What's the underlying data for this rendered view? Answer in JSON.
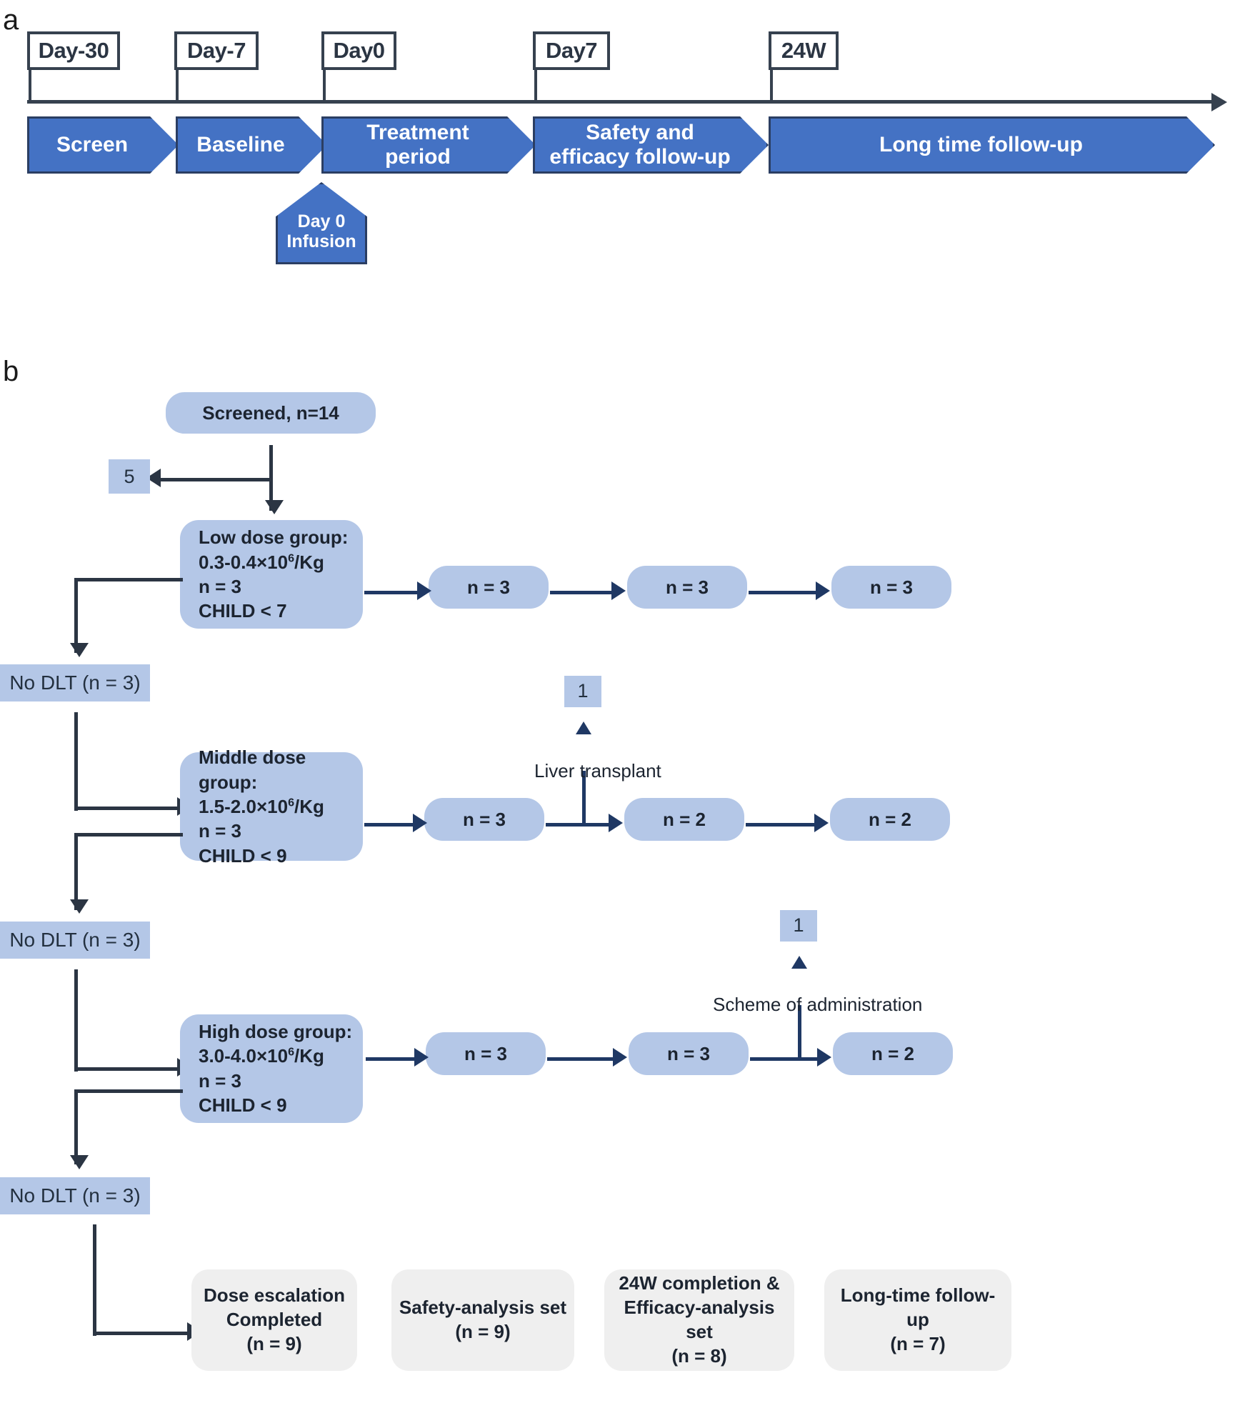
{
  "figure": {
    "panel_a_letter": "a",
    "panel_b_letter": "b"
  },
  "panel_a": {
    "title": "Study timeline",
    "timepoints": [
      {
        "label": "Day-30"
      },
      {
        "label": "Day-7"
      },
      {
        "label": "Day0"
      },
      {
        "label": "Day7"
      },
      {
        "label": "24W"
      }
    ],
    "phases": [
      {
        "label": "Screen"
      },
      {
        "label": "Baseline"
      },
      {
        "label": "Treatment period"
      },
      {
        "label": "Safety and efficacy follow-up"
      },
      {
        "label": "Long time follow-up"
      }
    ],
    "infusion": {
      "line1": "Day 0",
      "line2": "Infusion"
    },
    "colors": {
      "phase_fill": "#4472C4",
      "phase_border": "#2b3e63",
      "axis": "#36414f"
    }
  },
  "panel_b": {
    "screened": "Screened, n=14",
    "excluded": "5",
    "dose_groups": [
      {
        "title": "Low dose group:",
        "dose_prefix": "0.3-0.4×10",
        "dose_exp": "6",
        "dose_suffix": "/Kg",
        "n": "n = 3",
        "child": "CHILD < 7",
        "followups": [
          "n = 3",
          "n = 3",
          "n = 3"
        ]
      },
      {
        "title": "Middle dose group:",
        "dose_prefix": "1.5-2.0×10",
        "dose_exp": "6",
        "dose_suffix": "/Kg",
        "n": "n = 3",
        "child": "CHILD < 9",
        "followups": [
          "n = 3",
          "n = 2",
          "n = 2"
        ]
      },
      {
        "title": "High dose group:",
        "dose_prefix": "3.0-4.0×10",
        "dose_exp": "6",
        "dose_suffix": "/Kg",
        "n": "n = 3",
        "child": "CHILD < 9",
        "followups": [
          "n = 3",
          "n = 3",
          "n = 2"
        ]
      }
    ],
    "no_dlt": [
      "No DLT (n = 3)",
      "No DLT (n = 3)",
      "No DLT (n = 3)"
    ],
    "dropouts": [
      {
        "count": "1",
        "reason": "Liver transplant"
      },
      {
        "count": "1",
        "reason": "Scheme of administration"
      }
    ],
    "summary_boxes": [
      {
        "line1": "Dose escalation",
        "line2": "Completed",
        "line3": "(n = 9)"
      },
      {
        "line1": "Safety-analysis set",
        "line2": "(n = 9)",
        "line3": ""
      },
      {
        "line1": "24W completion &",
        "line2": "Efficacy-analysis set",
        "line3": "(n = 8)"
      },
      {
        "line1": "Long-time follow-up",
        "line2": "(n = 7)",
        "line3": ""
      }
    ],
    "colors": {
      "node_fill": "#B4C7E7",
      "summary_fill": "#EFEFEF",
      "connector": "#1F3864",
      "text": "#1c2430"
    }
  }
}
